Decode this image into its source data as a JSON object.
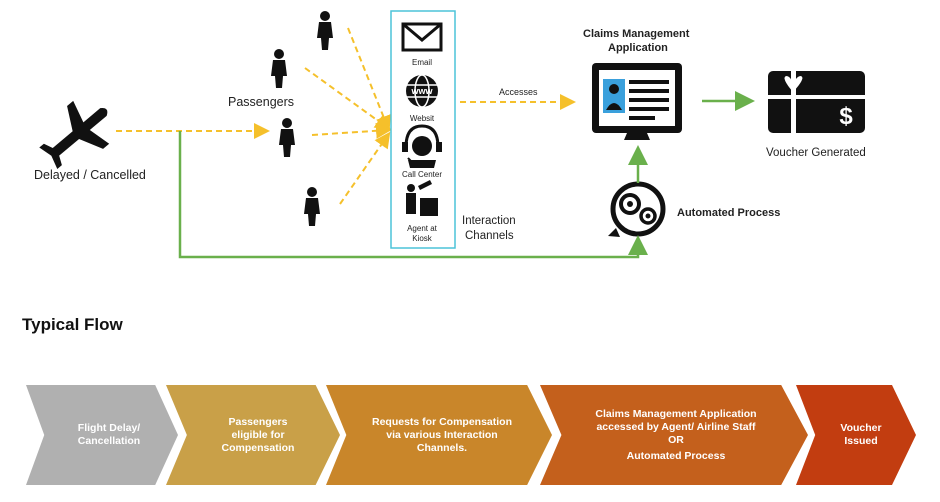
{
  "diagram": {
    "source_label": "Delayed / Cancelled",
    "passengers_label": "Passengers",
    "channels": {
      "email": "Email",
      "website": "Websit",
      "call_center": "Call Center",
      "kiosk_line1": "Agent at",
      "kiosk_line2": "Kiosk"
    },
    "channels_label_line1": "Interaction",
    "channels_label_line2": "Channels",
    "accesses_label": "Accesses",
    "app_title_line1": "Claims Management",
    "app_title_line2": "Application",
    "voucher_label": "Voucher Generated",
    "automated_label": "Automated Process",
    "voucher_symbol": "$",
    "icons": [
      "airplane-icon",
      "person-icon",
      "envelope-icon",
      "globe-icon",
      "headset-icon",
      "kiosk-agent-icon",
      "monitor-user-icon",
      "gift-voucher-icon",
      "gears-icon"
    ],
    "colors": {
      "dashed_arrow": "#f5c02b",
      "solid_arrow": "#6ab04c",
      "channel_box": "#4cc3d9"
    }
  },
  "section_title": "Typical Flow",
  "flow": {
    "steps": [
      {
        "lines": [
          "Flight Delay/",
          "Cancellation"
        ],
        "color": "#b0b0b0"
      },
      {
        "lines": [
          "Passengers",
          "eligible for",
          "Compensation"
        ],
        "color": "#c9a048"
      },
      {
        "lines": [
          "Requests for Compensation",
          "via various Interaction",
          "Channels."
        ],
        "color": "#c9862a"
      },
      {
        "lines": [
          "Claims Management Application",
          "accessed by Agent/ Airline Staff",
          "OR",
          "Automated Process"
        ],
        "color": "#c4601c"
      },
      {
        "lines": [
          "Voucher",
          "Issued"
        ],
        "color": "#c23d10"
      }
    ]
  }
}
